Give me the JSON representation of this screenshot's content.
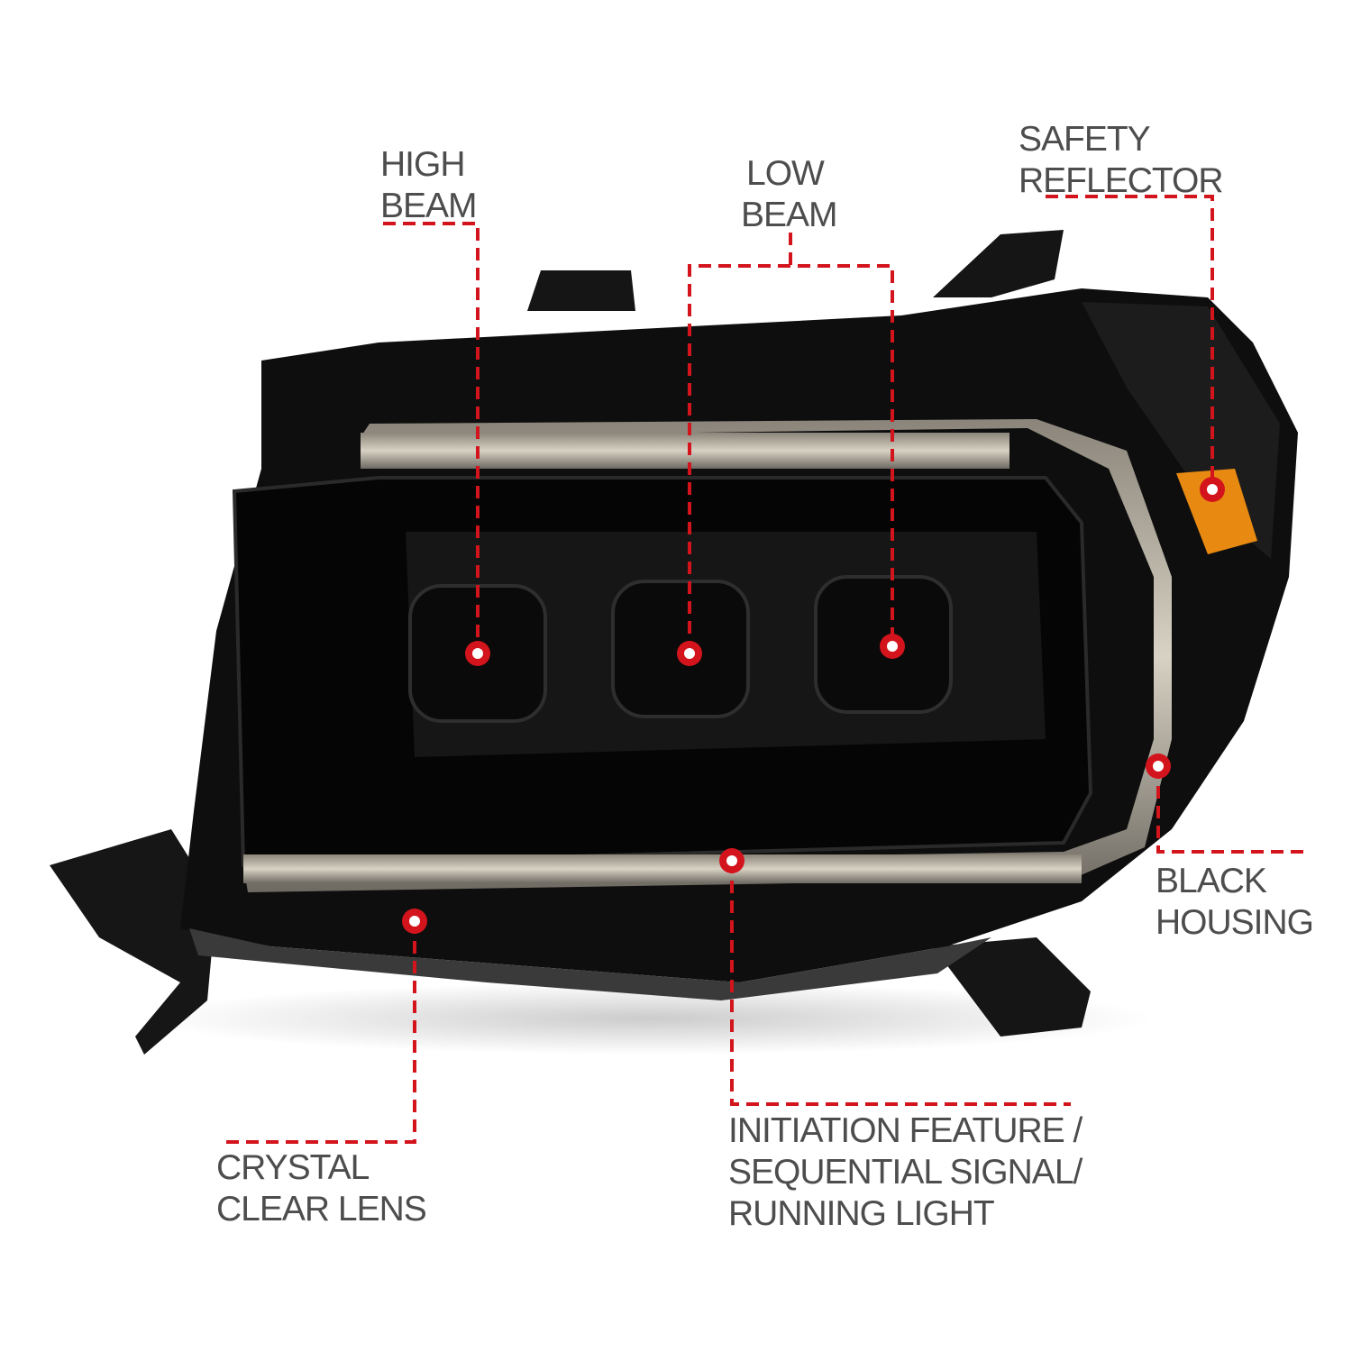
{
  "colors": {
    "accent": "#d3141c",
    "label": "#4d4d4d",
    "housing": "#0d0d0d",
    "amber": "#e88a12"
  },
  "callouts": {
    "high_beam": {
      "line1": "HIGH",
      "line2": "BEAM"
    },
    "low_beam": {
      "line1": "LOW",
      "line2": "BEAM"
    },
    "safety_reflector": {
      "line1": "SAFETY",
      "line2": "REFLECTOR"
    },
    "black_housing": {
      "line1": "BLACK",
      "line2": "HOUSING"
    },
    "initiation": {
      "line1": "INITIATION FEATURE /",
      "line2": "SEQUENTIAL SIGNAL/",
      "line3": "RUNNING LIGHT"
    },
    "crystal_lens": {
      "line1": "CRYSTAL",
      "line2": "CLEAR LENS"
    }
  }
}
